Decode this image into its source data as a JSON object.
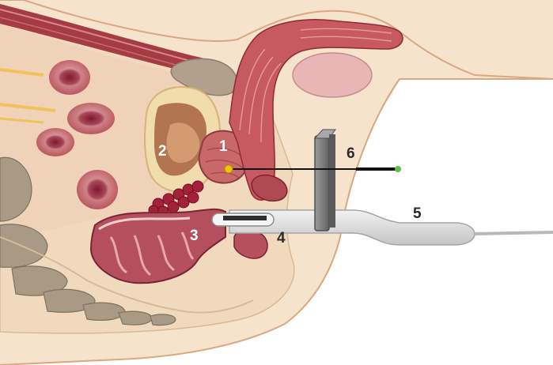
{
  "labels": {
    "l1": "1",
    "l2": "2",
    "l3": "3",
    "l4": "4",
    "l5": "5",
    "l6": "6"
  },
  "colors": {
    "skin": "#f5e3cc",
    "fat": "#efd6b6",
    "muscle": "#c0626a",
    "dark_red": "#8e2a3a",
    "bone": "#a29584",
    "probe": "#d8d8d8",
    "needle_guide": "#777777",
    "target_point": "#f2c400",
    "needle_tip": "#58c23a"
  }
}
